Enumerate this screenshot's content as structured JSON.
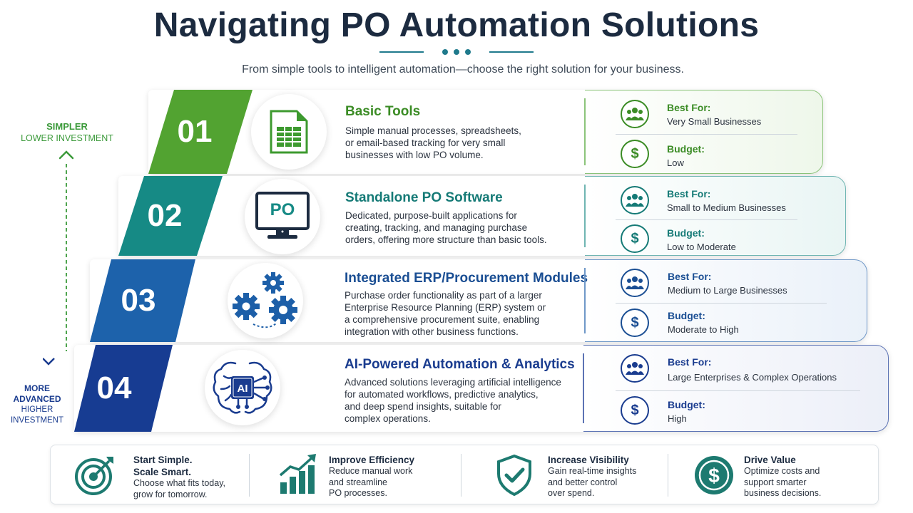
{
  "header": {
    "title": "Navigating PO Automation Solutions",
    "subtitle": "From simple tools to intelligent automation—choose the right solution for your business."
  },
  "side": {
    "top_line1": "SIMPLER",
    "top_line2": "LOWER INVESTMENT",
    "bottom_line1": "MORE",
    "bottom_line2": "ADVANCED",
    "bottom_line3": "HIGHER",
    "bottom_line4": "INVESTMENT"
  },
  "tiers": [
    {
      "number": "01",
      "title": "Basic Tools",
      "description": [
        "Simple manual processes, spreadsheets,",
        "or email-based tracking for very small",
        "businesses with low PO volume."
      ],
      "icon": "spreadsheet-icon",
      "best_for_label": "Best For:",
      "best_for": "Very Small Businesses",
      "budget_label": "Budget:",
      "budget": "Low",
      "color": "#4f9e2f"
    },
    {
      "number": "02",
      "title": "Standalone PO Software",
      "description": [
        "Dedicated, purpose-built applications for",
        "creating, tracking, and managing purchase",
        "orders, offering more structure than basic tools."
      ],
      "icon": "monitor-icon",
      "icon_text": "PO",
      "best_for_label": "Best For:",
      "best_for": "Small to Medium Businesses",
      "budget_label": "Budget:",
      "budget": "Low to Moderate",
      "color": "#178a86"
    },
    {
      "number": "03",
      "title": "Integrated ERP/Procurement Modules",
      "description": [
        "Purchase order functionality as part of a larger",
        "Enterprise Resource Planning (ERP) system or",
        "a comprehensive procurement suite, enabling",
        "integration with other business functions."
      ],
      "icon": "gears-icon",
      "best_for_label": "Best For:",
      "best_for": "Medium to Large Businesses",
      "budget_label": "Budget:",
      "budget": "Moderate to High",
      "color": "#1d5fa8"
    },
    {
      "number": "04",
      "title": "AI-Powered Automation & Analytics",
      "description": [
        "Advanced solutions leveraging artificial intelligence",
        "for automated workflows, predictive analytics,",
        "and deep spend insights, suitable for",
        "complex operations."
      ],
      "icon": "ai-brain-icon",
      "icon_text": "AI",
      "best_for_label": "Best For:",
      "best_for": "Large Enterprises & Complex Operations",
      "budget_label": "Budget:",
      "budget": "High",
      "color": "#1a3c8f"
    }
  ],
  "benefits": [
    {
      "title_line1": "Start Simple.",
      "title_line2": "Scale Smart.",
      "desc": [
        "Choose what fits today,",
        "grow for tomorrow."
      ],
      "icon": "target-icon"
    },
    {
      "title_line1": "Improve Efficiency",
      "desc": [
        "Reduce manual work",
        "and streamline",
        "PO processes."
      ],
      "icon": "growth-chart-icon"
    },
    {
      "title_line1": "Increase Visibility",
      "desc": [
        "Gain real-time insights",
        "and better control",
        "over spend."
      ],
      "icon": "shield-check-icon"
    },
    {
      "title_line1": "Drive Value",
      "desc": [
        "Optimize costs and",
        "support smarter",
        "business decisions."
      ],
      "icon": "dollar-coin-icon"
    }
  ],
  "colors": {
    "title": "#1c2b40",
    "teal": "#1f7a8c",
    "green": "#4f9e2f",
    "blue": "#1a3c8f"
  }
}
